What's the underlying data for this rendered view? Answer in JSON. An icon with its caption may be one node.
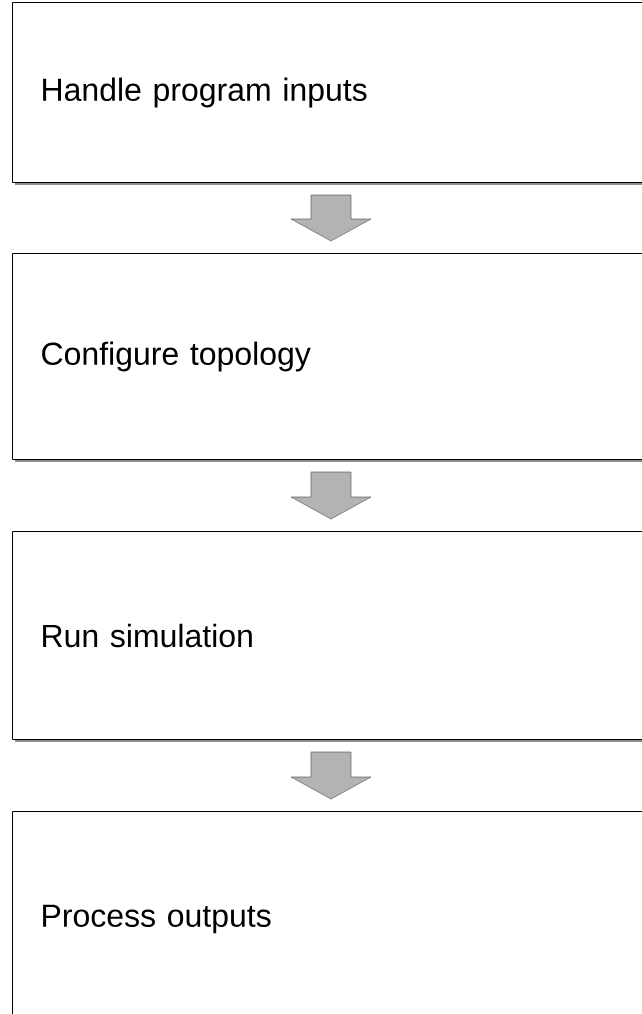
{
  "diagram": {
    "nodes": [
      {
        "text": [
          "Handle program inputs"
        ]
      },
      {
        "text": [
          "Configure topology"
        ]
      },
      {
        "text": [
          "Run simulation"
        ]
      },
      {
        "text": [
          "Process outputs"
        ]
      }
    ],
    "edges": [
      {
        "from": 0,
        "to": 1,
        "arrow": "to"
      },
      {
        "from": 1,
        "to": 2,
        "arrow": "to"
      },
      {
        "from": 2,
        "to": 3,
        "arrow": "to"
      }
    ]
  }
}
